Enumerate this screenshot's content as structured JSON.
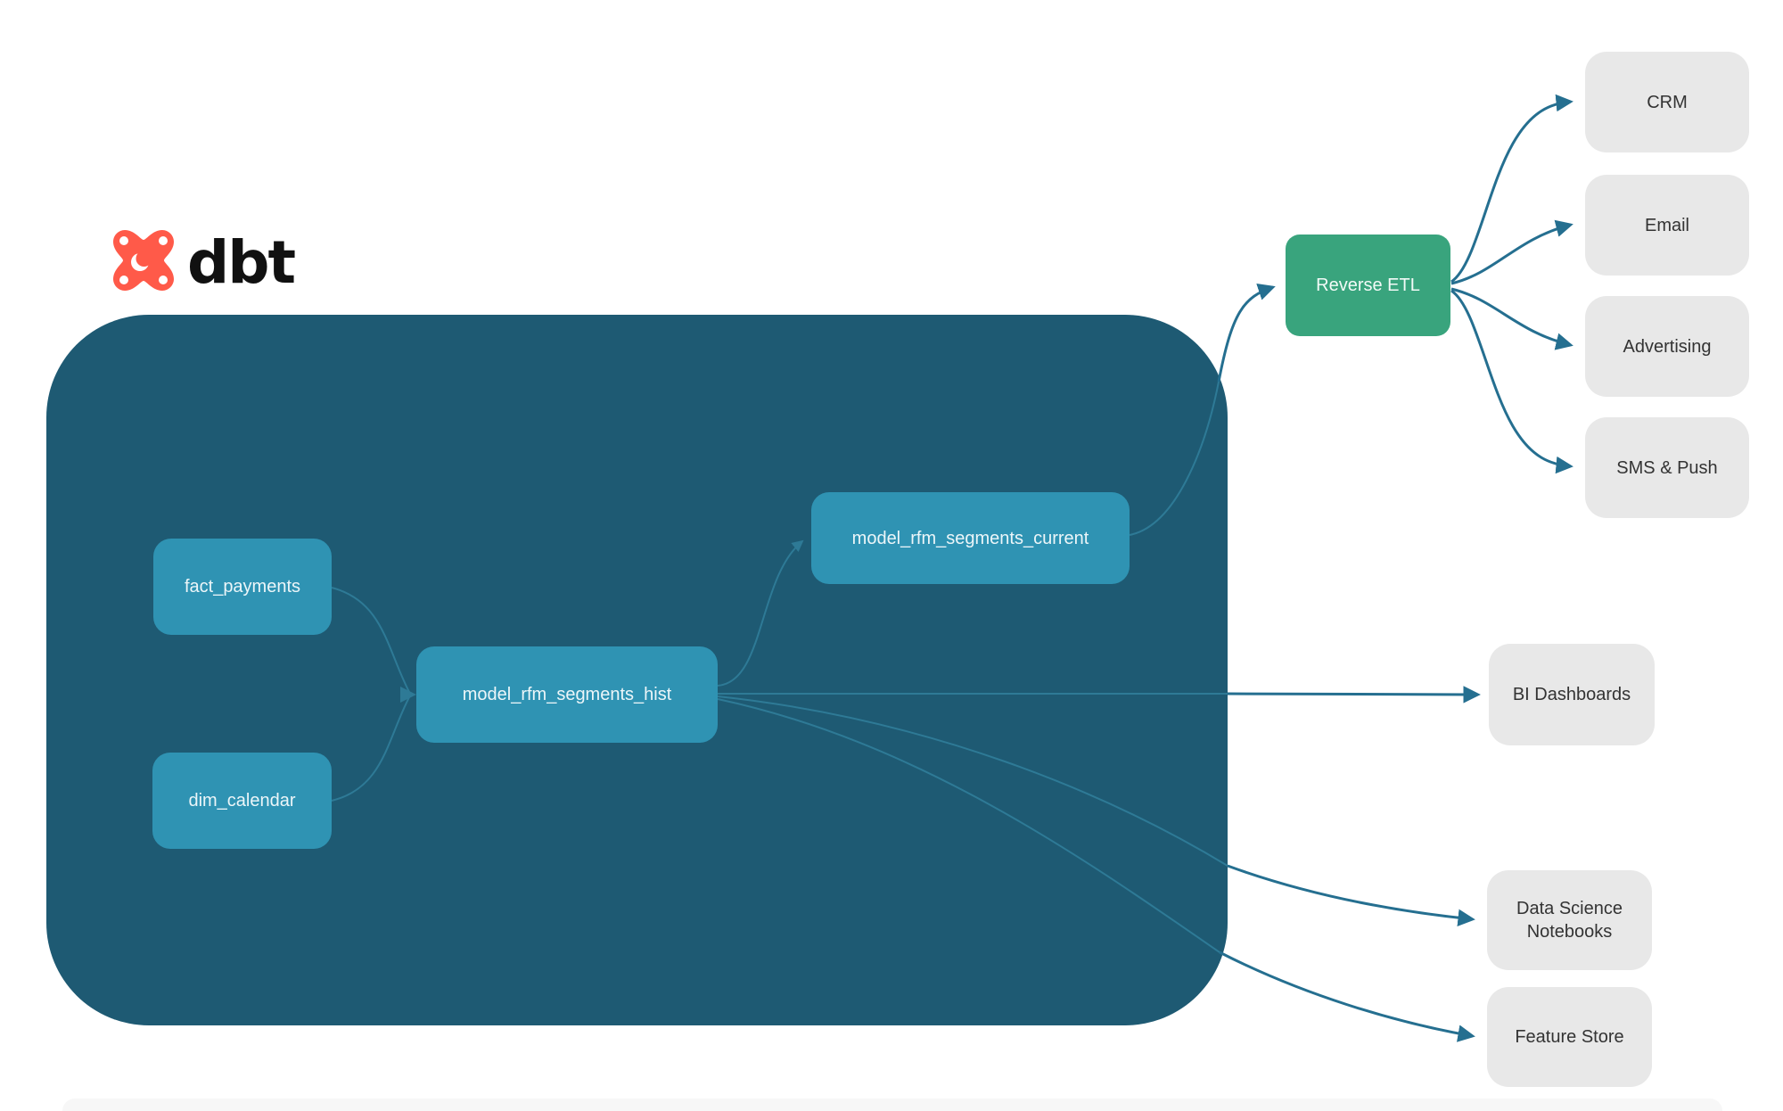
{
  "brand": {
    "wordmark": "dbt",
    "logo_icon": "dbt-pinwheel"
  },
  "colors": {
    "container_bg": "#1E5A73",
    "node_teal": "#2F93B3",
    "node_text": "#ECF6F9",
    "reverse_etl_green": "#39A47D",
    "dest_bg": "#E8E8E8",
    "dest_text": "#333333",
    "edge_inner": "#2E7A96",
    "edge_outer": "#256F90",
    "logo_orange": "#FF5A49",
    "brand_text": "#111111"
  },
  "warehouse": {
    "sources": [
      {
        "label": "fact_payments"
      },
      {
        "label": "dim_calendar"
      }
    ],
    "models": [
      {
        "label": "model_rfm_segments_hist"
      },
      {
        "label": "model_rfm_segments_current"
      }
    ]
  },
  "reverse_etl": {
    "label": "Reverse ETL"
  },
  "activation_destinations": [
    {
      "label": "CRM"
    },
    {
      "label": "Email"
    },
    {
      "label": "Advertising"
    },
    {
      "label": "SMS & Push"
    }
  ],
  "analytics_destinations": [
    {
      "label": "BI Dashboards"
    },
    {
      "label": "Data Science Notebooks"
    },
    {
      "label": "Feature Store"
    }
  ],
  "edges": [
    {
      "from": "fact_payments",
      "to": "model_rfm_segments_hist"
    },
    {
      "from": "dim_calendar",
      "to": "model_rfm_segments_hist"
    },
    {
      "from": "model_rfm_segments_hist",
      "to": "model_rfm_segments_current"
    },
    {
      "from": "model_rfm_segments_current",
      "to": "Reverse ETL"
    },
    {
      "from": "Reverse ETL",
      "to": "CRM"
    },
    {
      "from": "Reverse ETL",
      "to": "Email"
    },
    {
      "from": "Reverse ETL",
      "to": "Advertising"
    },
    {
      "from": "Reverse ETL",
      "to": "SMS & Push"
    },
    {
      "from": "model_rfm_segments_hist",
      "to": "BI Dashboards"
    },
    {
      "from": "model_rfm_segments_hist",
      "to": "Data Science Notebooks"
    },
    {
      "from": "model_rfm_segments_hist",
      "to": "Feature Store"
    }
  ]
}
